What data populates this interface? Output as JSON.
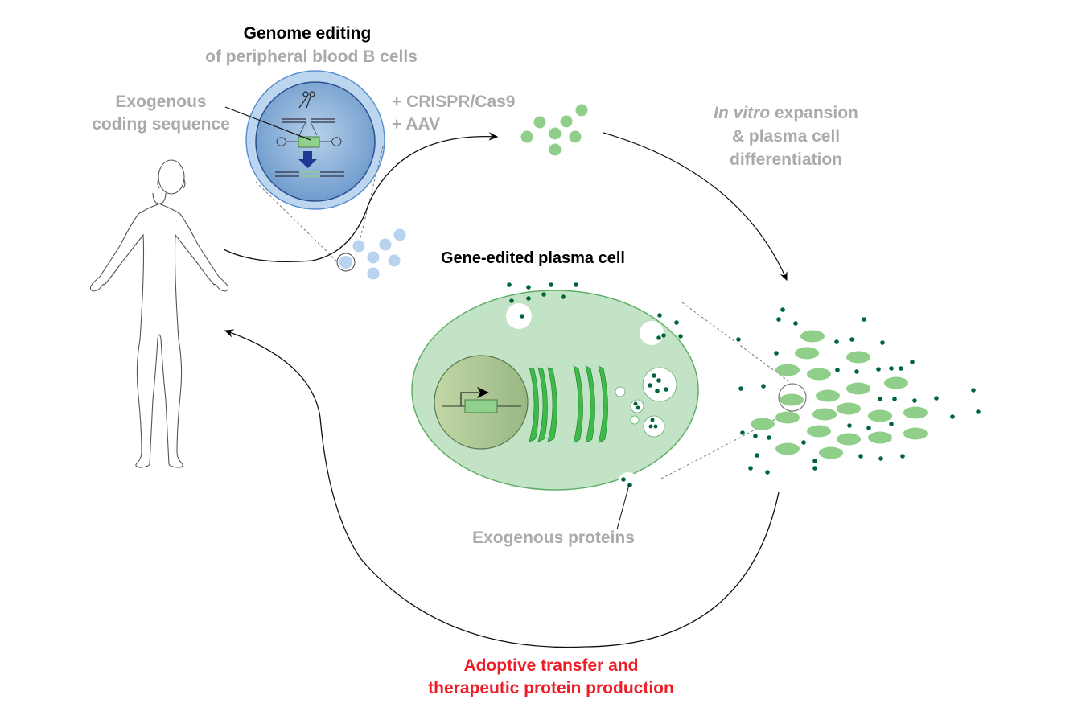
{
  "labels": {
    "genome_editing_title": "Genome editing",
    "genome_editing_subtitle": "of peripheral blood B cells",
    "exogenous_line1": "Exogenous",
    "exogenous_line2": "coding sequence",
    "crispr": "+ CRISPR/Cas9",
    "aav": "+ AAV",
    "invitro_italic": "In vitro",
    "invitro_rest": " expansion",
    "invitro_line2": "& plasma cell",
    "invitro_line3": "differentiation",
    "plasma_cell_title": "Gene-edited plasma cell",
    "exogenous_proteins": "Exogenous proteins",
    "adoptive_line1": "Adoptive transfer and",
    "adoptive_line2": "therapeutic protein production"
  },
  "colors": {
    "title_black": "#000000",
    "label_grey": "#a9aaad",
    "accent_red": "#ee1c25",
    "b_cell_outer": "#b9d4ef",
    "b_cell_inner": "#8fb4d9",
    "plasma_cell_fill": "#c3e3c6",
    "plasma_cell_stroke": "#5fae68",
    "nucleus_fill": "#a5c38e",
    "er_green": "#3dba4a",
    "protein_dot": "#00663a",
    "expanded_cell": "#8fcf8a",
    "dark_arrow": "#1f3a93"
  },
  "diagram_elements": {
    "steps": [
      "Genome editing of peripheral blood B cells",
      "In vitro expansion & plasma cell differentiation",
      "Gene-edited plasma cell",
      "Adoptive transfer and therapeutic protein production"
    ]
  }
}
